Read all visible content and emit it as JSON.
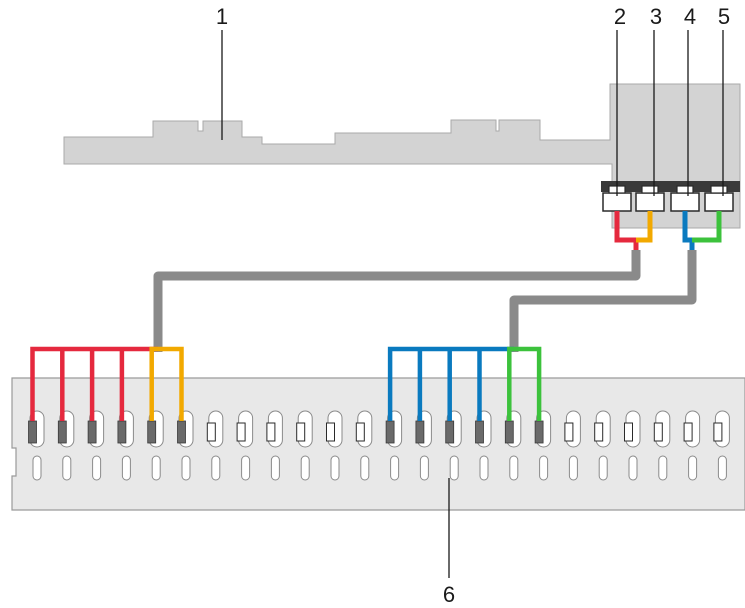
{
  "callouts": [
    "1",
    "2",
    "3",
    "4",
    "5",
    "6"
  ],
  "colors": {
    "board_fill": "#d3d3d3",
    "board_stroke": "#a9a9a9",
    "backplane_fill": "#e8e8e8",
    "backplane_stroke": "#9a9a9a",
    "cable_gray": "#8a8a8a",
    "wire_red": "#e5293e",
    "wire_orange": "#f2a900",
    "wire_blue": "#0a7abf",
    "wire_green": "#3cc23c",
    "leader": "#1a1a1a"
  },
  "icons": {
    "connectors": "rj-style-connector-icon",
    "backplane": "drive-backplane"
  }
}
